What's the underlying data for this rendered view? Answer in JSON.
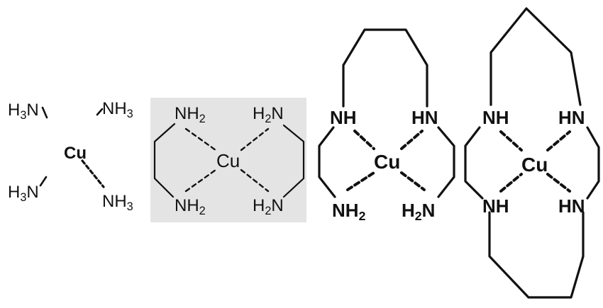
{
  "complexes": [
    {
      "metal": "Cu",
      "ligands": [
        {
          "main": "H",
          "sub": "3",
          "tail": "N"
        },
        {
          "main": "NH",
          "sub": "3",
          "tail": ""
        },
        {
          "main": "H",
          "sub": "3",
          "tail": "N"
        },
        {
          "main": "NH",
          "sub": "3",
          "tail": ""
        }
      ]
    },
    {
      "metal": "Cu",
      "ligands": [
        {
          "main": "NH",
          "sub": "2",
          "tail": ""
        },
        {
          "main": "H",
          "sub": "2",
          "tail": "N"
        },
        {
          "main": "NH",
          "sub": "2",
          "tail": ""
        },
        {
          "main": "H",
          "sub": "2",
          "tail": "N"
        }
      ]
    },
    {
      "metal": "Cu",
      "ligands": [
        {
          "main": "NH",
          "sub": "",
          "tail": ""
        },
        {
          "main": "HN",
          "sub": "",
          "tail": ""
        },
        {
          "main": "NH",
          "sub": "2",
          "tail": ""
        },
        {
          "main": "H",
          "sub": "2",
          "tail": "N"
        }
      ]
    },
    {
      "metal": "Cu",
      "ligands": [
        {
          "main": "NH",
          "sub": "",
          "tail": ""
        },
        {
          "main": "HN",
          "sub": "",
          "tail": ""
        },
        {
          "main": "NH",
          "sub": "",
          "tail": ""
        },
        {
          "main": "HN",
          "sub": "",
          "tail": ""
        }
      ]
    }
  ]
}
